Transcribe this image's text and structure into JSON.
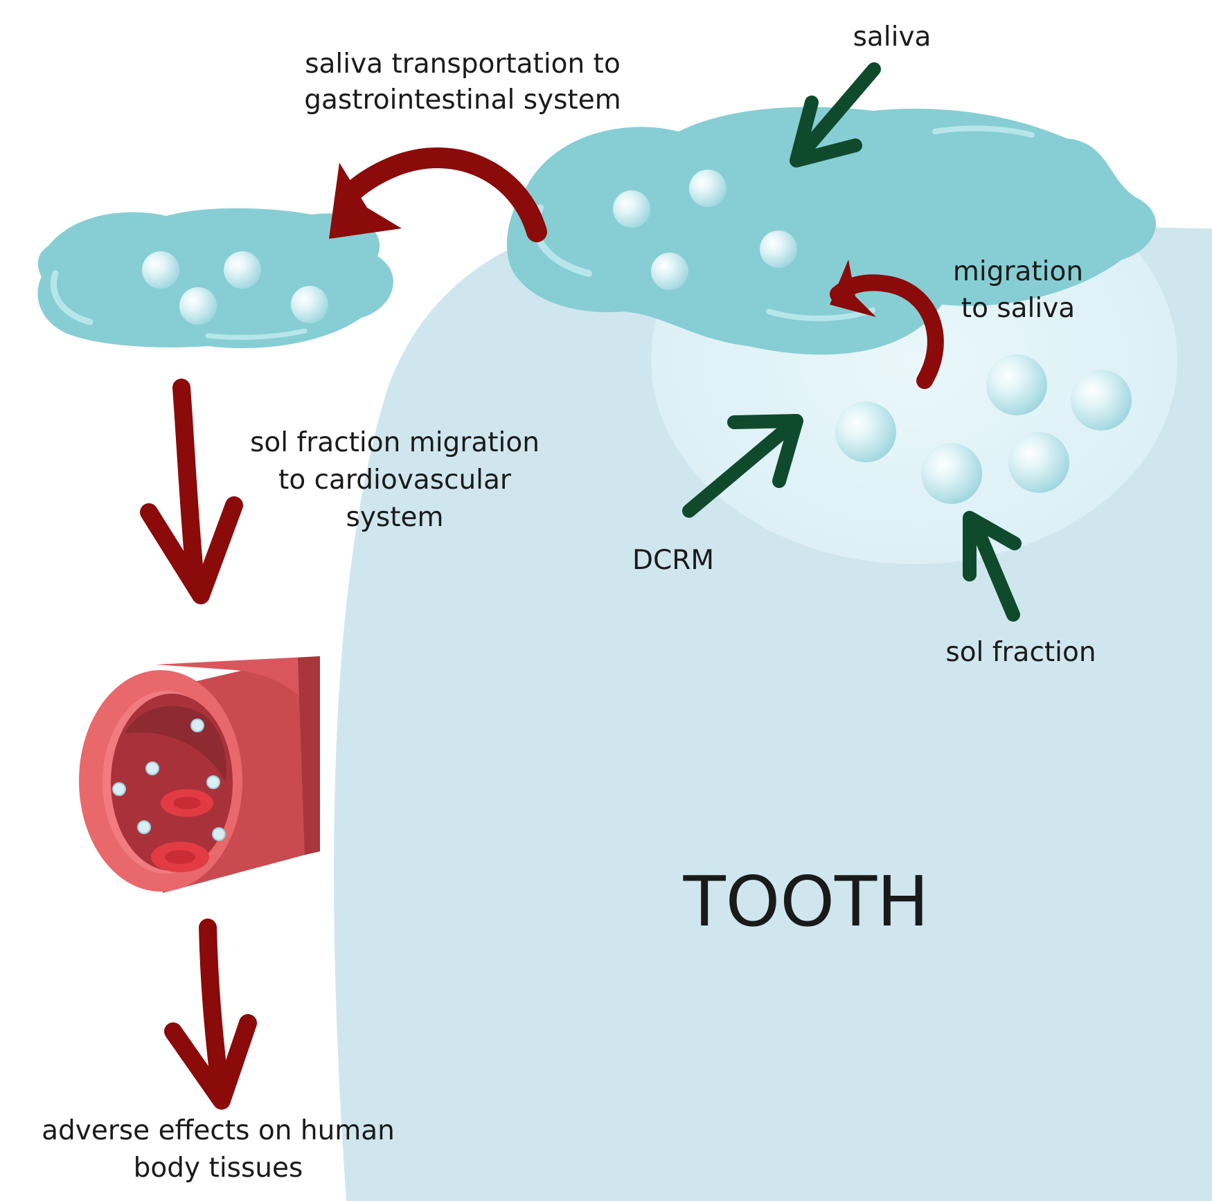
{
  "labels": {
    "saliva": "saliva",
    "transport_line1": "saliva transportation to",
    "transport_line2": "gastrointestinal system",
    "migration_line1": "migration",
    "migration_line2": "to saliva",
    "sol_migration_line1": "sol fraction migration",
    "sol_migration_line2": "to cardiovascular",
    "sol_migration_line3": "system",
    "dcrm": "DCRM",
    "sol_fraction": "sol fraction",
    "tooth": "TOOTH",
    "adverse_line1": "adverse effects on human",
    "adverse_line2": "body tissues"
  },
  "colors": {
    "tooth": "#cfe6ee",
    "tooth_glow": "#dff2f8",
    "saliva_pool": "#86ced4",
    "saliva_highlight": "#a9e0e4",
    "bead": "#bfe7ef",
    "red_arrow": "#8b0a0a",
    "green_arrow": "#0f4a2c",
    "vessel_outer": "#e85a5e",
    "vessel_inner": "#b33b40",
    "blood_cell": "#e23b44"
  }
}
